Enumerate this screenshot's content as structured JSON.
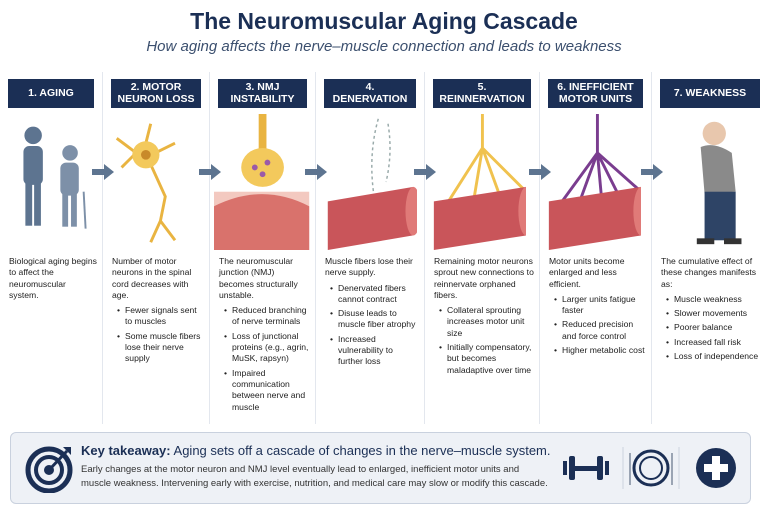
{
  "title": "The Neuromuscular Aging Cascade",
  "subtitle": "How aging affects the nerve–muscle connection and leads to weakness",
  "steps": [
    {
      "label": "1. AGING",
      "intro": "Biological aging begins to affect the neuromuscular system.",
      "bullets": []
    },
    {
      "label": "2. MOTOR NEURON LOSS",
      "intro": "Number of motor neurons in the spinal cord decreases with age.",
      "bullets": [
        "Fewer signals sent to muscles",
        "Some muscle fibers lose their nerve supply"
      ]
    },
    {
      "label": "3. NMJ INSTABILITY",
      "intro": "The neuromuscular junction (NMJ) becomes structurally unstable.",
      "bullets": [
        "Reduced branching of nerve terminals",
        "Loss of junctional proteins (e.g., agrin, MuSK, rapsyn)",
        "Impaired communication between nerve and muscle"
      ]
    },
    {
      "label": "4. DENERVATION",
      "intro": "Muscle fibers lose their nerve supply.",
      "bullets": [
        "Denervated fibers cannot contract",
        "Disuse leads to muscle fiber atrophy",
        "Increased vulnerability to further loss"
      ]
    },
    {
      "label": "5. REINNERVATION",
      "intro": "Remaining motor neurons sprout new connections to reinnervate orphaned fibers.",
      "bullets": [
        "Collateral sprouting increases motor unit size",
        "Initially compensatory, but becomes maladaptive over time"
      ]
    },
    {
      "label": "6. INEFFICIENT MOTOR UNITS",
      "intro": "Motor units become enlarged and less efficient.",
      "bullets": [
        "Larger units fatigue faster",
        "Reduced precision and force control",
        "Higher metabolic cost"
      ]
    },
    {
      "label": "7. WEAKNESS",
      "intro": "The cumulative effect of these changes manifests as:",
      "bullets": [
        "Muscle weakness",
        "Slower movements",
        "Poorer balance",
        "Increased fall risk",
        "Loss of independence"
      ]
    }
  ],
  "takeaway": {
    "label": "Key takeaway:",
    "headline": "Aging sets off a cascade of changes in the nerve–muscle system.",
    "body": "Early changes at the motor neuron and NMJ level eventually lead to enlarged, inefficient motor units and muscle weakness. Intervening early with exercise, nutrition, and medical care may slow or modify this cascade."
  },
  "colors": {
    "navy": "#1b2f55",
    "muscle": "#c9555a",
    "nerve": "#f0c24e",
    "purple": "#7a3d8f"
  }
}
